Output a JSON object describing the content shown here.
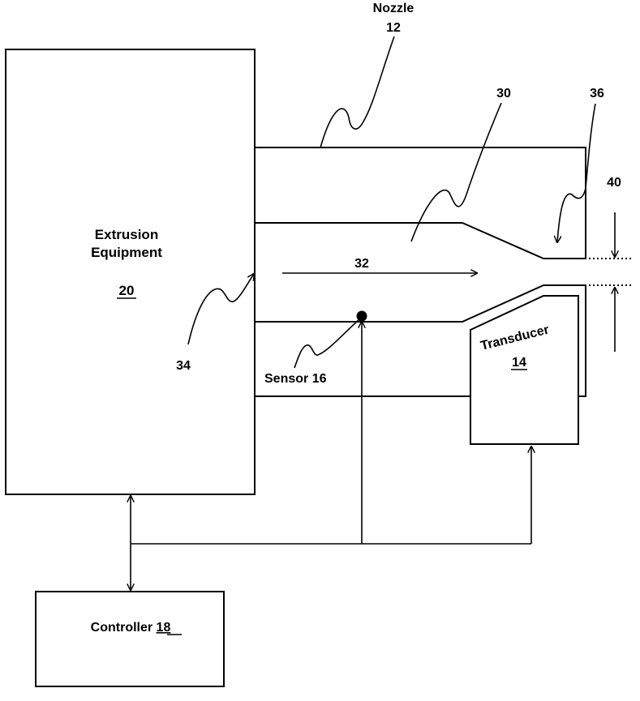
{
  "labels": {
    "nozzle_title": "Nozzle",
    "nozzle_num": "12",
    "extrusion_line1": "Extrusion",
    "extrusion_line2": "Equipment",
    "extrusion_num": "20",
    "ref_30": "30",
    "ref_32": "32",
    "ref_34": "34",
    "ref_36": "36",
    "ref_40": "40",
    "sensor": "Sensor 16",
    "transducer": "Transducer",
    "transducer_num": "14",
    "controller_text": "Controller ",
    "controller_num": "18"
  }
}
